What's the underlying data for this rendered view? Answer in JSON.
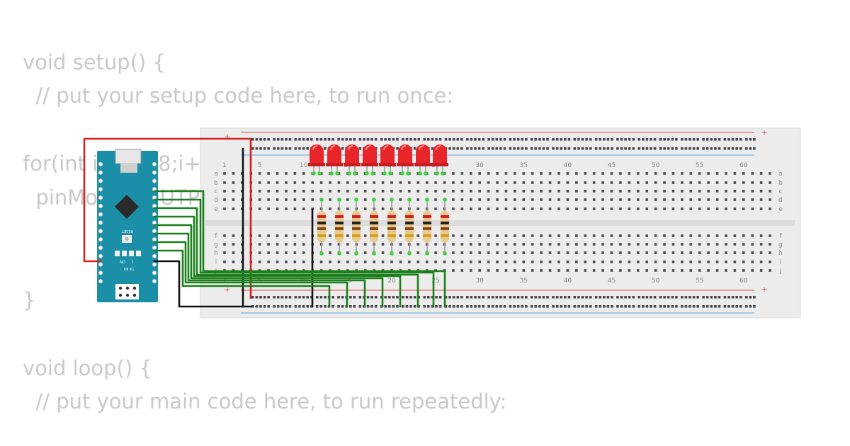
{
  "code_lines": [
    "void setup() {",
    "  // put your setup code here, to run once:",
    "for(int i=0;i<8;i++){",
    "  pinMode(i,OUTPUT);",
    "}",
    "void loop() {",
    "  // put your main code here, to run repeatedly:"
  ],
  "breadboard": {
    "column_numbers": [
      "1",
      "5",
      "10",
      "15",
      "20",
      "25",
      "30",
      "35",
      "40",
      "45",
      "50",
      "55",
      "60"
    ],
    "row_letters_top": [
      "a",
      "b",
      "c",
      "d",
      "e"
    ],
    "row_letters_bottom": [
      "f",
      "g",
      "h",
      "i",
      "j"
    ],
    "rail_plus": "+",
    "rail_minus": "-",
    "colors": {
      "body": "#ececec",
      "hole": "#4a4a4a",
      "rail_red": "#e05050",
      "rail_blue": "#60a8e0",
      "label": "#888888"
    }
  },
  "arduino": {
    "board_color": "#1b8fa8",
    "reset_label": "RESET",
    "tx_rx_label": "TX RX",
    "on_label": "ON",
    "l_label": "L"
  },
  "components": {
    "led_count": 8,
    "led_color": "#e8262a",
    "resistor_count": 8,
    "wire_colors": {
      "power": "#d42020",
      "ground": "#111111",
      "signal": "#1a7f1a"
    }
  }
}
